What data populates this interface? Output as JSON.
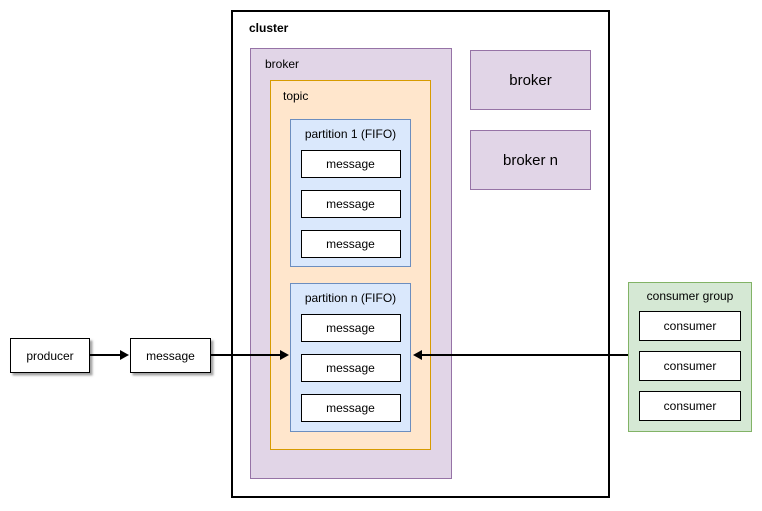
{
  "colors": {
    "purple-fill": "#e1d5e7",
    "purple-stroke": "#9673a6",
    "orange-fill": "#ffe6cc",
    "orange-stroke": "#d79b00",
    "blue-fill": "#dae8fc",
    "blue-stroke": "#6c8ebf",
    "green-fill": "#d5e8d4",
    "green-stroke": "#82b366",
    "line": "#000000"
  },
  "cluster": {
    "label": "cluster"
  },
  "broker": {
    "label": "broker"
  },
  "topic": {
    "label": "topic"
  },
  "partitions": [
    {
      "label": "partition 1 (FIFO)",
      "messages": [
        "message",
        "message",
        "message"
      ]
    },
    {
      "label": "partition n (FIFO)",
      "messages": [
        "message",
        "message",
        "message"
      ]
    }
  ],
  "other_brokers": [
    {
      "label": "broker"
    },
    {
      "label": "broker n"
    }
  ],
  "producer": {
    "label": "producer"
  },
  "produced_message": {
    "label": "message"
  },
  "consumer_group": {
    "label": "consumer group",
    "consumers": [
      "consumer",
      "consumer",
      "consumer"
    ]
  }
}
